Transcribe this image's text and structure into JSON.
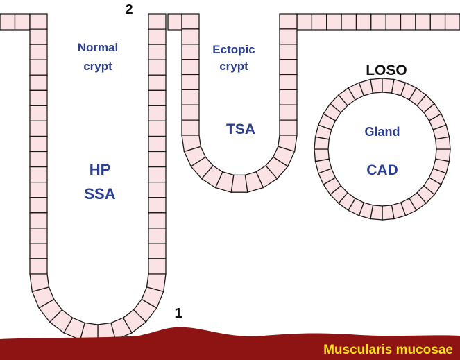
{
  "colors": {
    "cell_fill": "#fbe3e5",
    "cell_stroke": "#1a1a1a",
    "muscularis": "#8e1414",
    "label_blue": "#2b3f93",
    "label_black": "#111111",
    "label_yellow": "#ffe21a"
  },
  "labels": {
    "marker_2": "2",
    "marker_1": "1",
    "normal_crypt_line1": "Normal",
    "normal_crypt_line2": "crypt",
    "ectopic_crypt_line1": "Ectopic",
    "ectopic_crypt_line2": "crypt",
    "tsa": "TSA",
    "hp": "HP",
    "ssa": "SSA",
    "loso": "LOSO",
    "gland": "Gland",
    "cad": "CAD",
    "muscularis": "Muscularis mucosae"
  }
}
